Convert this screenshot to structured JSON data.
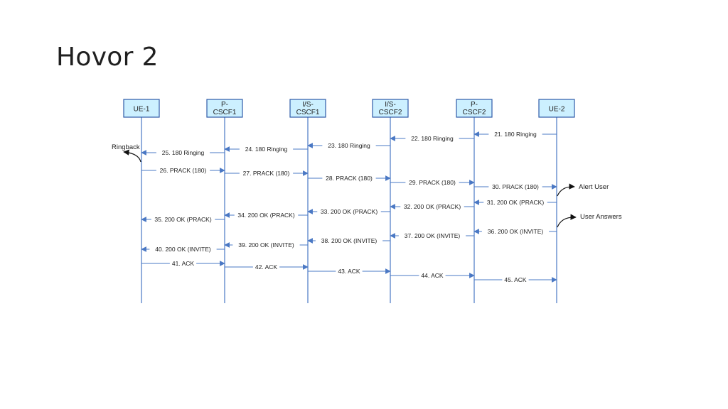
{
  "title": "Hovor 2",
  "diagram": {
    "colors": {
      "lifeline": "#4a78c4",
      "entity_fill": "#ccf0ff",
      "entity_stroke": "#2e5aa8",
      "arrow": "#4a78c4",
      "text": "#222222",
      "note_arrow": "#111111"
    },
    "entities": [
      {
        "id": "ue1",
        "lines": [
          "UE-1"
        ]
      },
      {
        "id": "pcscf1",
        "lines": [
          "P-",
          "CSCF1"
        ]
      },
      {
        "id": "iscscf1",
        "lines": [
          "I/S-",
          "CSCF1"
        ]
      },
      {
        "id": "iscscf2",
        "lines": [
          "I/S-",
          "CSCF2"
        ]
      },
      {
        "id": "pcscf2",
        "lines": [
          "P-",
          "CSCF2"
        ]
      },
      {
        "id": "ue2",
        "lines": [
          "UE-2"
        ]
      }
    ],
    "messages": [
      {
        "from": 5,
        "to": 4,
        "label": "21. 180 Ringing"
      },
      {
        "from": 4,
        "to": 3,
        "label": "22. 180 Ringing"
      },
      {
        "from": 3,
        "to": 2,
        "label": "23. 180 Ringing"
      },
      {
        "from": 2,
        "to": 1,
        "label": "24. 180 Ringing"
      },
      {
        "from": 1,
        "to": 0,
        "label": "25. 180 Ringing"
      },
      {
        "from": 0,
        "to": 1,
        "label": "26. PRACK (180)"
      },
      {
        "from": 1,
        "to": 2,
        "label": "27. PRACK (180)"
      },
      {
        "from": 2,
        "to": 3,
        "label": "28. PRACK (180)"
      },
      {
        "from": 3,
        "to": 4,
        "label": "29. PRACK (180)"
      },
      {
        "from": 4,
        "to": 5,
        "label": "30. PRACK (180)"
      },
      {
        "from": 5,
        "to": 4,
        "label": "31. 200 OK (PRACK)"
      },
      {
        "from": 4,
        "to": 3,
        "label": "32. 200 OK (PRACK)"
      },
      {
        "from": 3,
        "to": 2,
        "label": "33. 200 OK (PRACK)"
      },
      {
        "from": 2,
        "to": 1,
        "label": "34. 200 OK (PRACK)"
      },
      {
        "from": 1,
        "to": 0,
        "label": "35. 200 OK (PRACK)"
      },
      {
        "from": 5,
        "to": 4,
        "label": "36. 200 OK (INVITE)"
      },
      {
        "from": 4,
        "to": 3,
        "label": "37. 200 OK (INVITE)"
      },
      {
        "from": 3,
        "to": 2,
        "label": "38. 200 OK (INVITE)"
      },
      {
        "from": 2,
        "to": 1,
        "label": "39. 200 OK (INVITE)"
      },
      {
        "from": 1,
        "to": 0,
        "label": "40. 200 OK (INVITE)"
      },
      {
        "from": 0,
        "to": 1,
        "label": "41. ACK"
      },
      {
        "from": 1,
        "to": 2,
        "label": "42. ACK"
      },
      {
        "from": 2,
        "to": 3,
        "label": "43. ACK"
      },
      {
        "from": 3,
        "to": 4,
        "label": "44. ACK"
      },
      {
        "from": 4,
        "to": 5,
        "label": "45. ACK"
      }
    ],
    "notes": [
      {
        "entity": 0,
        "label": "Ringback",
        "side": "left"
      },
      {
        "entity": 5,
        "label": "Alert User",
        "side": "right"
      },
      {
        "entity": 5,
        "label": "User Answers",
        "side": "right"
      }
    ]
  }
}
